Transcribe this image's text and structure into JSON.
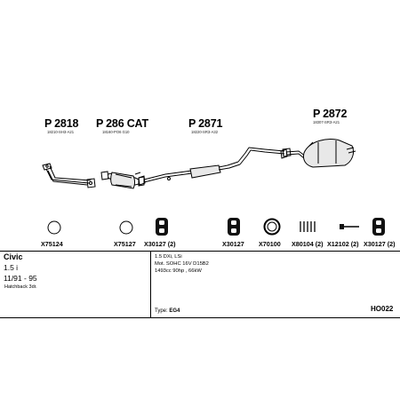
{
  "parts": [
    {
      "number": "P 2818",
      "code": "18210-SH3-A21"
    },
    {
      "number": "P 286 CAT",
      "code": "18160-PO6 G10"
    },
    {
      "number": "P 2871",
      "code": "18220-SR3-A32"
    },
    {
      "number": "P 2872",
      "code": "18307-SR3-A21"
    }
  ],
  "accessories": [
    {
      "code": "X75124",
      "icon": "gasket-ring-icon"
    },
    {
      "code": "X75127",
      "icon": "gasket-ring-icon"
    },
    {
      "code": "X30127 (2)",
      "icon": "rubber-hanger-icon"
    },
    {
      "code": "X30127",
      "icon": "rubber-hanger-icon"
    },
    {
      "code": "X70100",
      "icon": "clamp-ring-icon"
    },
    {
      "code": "X80104 (2)",
      "icon": "spring-icon"
    },
    {
      "code": "X12102 (2)",
      "icon": "bolt-icon"
    },
    {
      "code": "X30127 (2)",
      "icon": "rubber-hanger-icon"
    }
  ],
  "vehicle": {
    "model": "Civic",
    "engine_size": "1.5 i",
    "years": "11/91 - 95",
    "body": "Hatchback 3dr."
  },
  "engine": {
    "line1": "1.5 DXi, LSi",
    "line2": "Mot. SOHC 16V D15B2",
    "line3": "1493cc 90hp , 66kW"
  },
  "type": {
    "label": "Type:",
    "value": "EG4"
  },
  "diagram_code": "HO022"
}
